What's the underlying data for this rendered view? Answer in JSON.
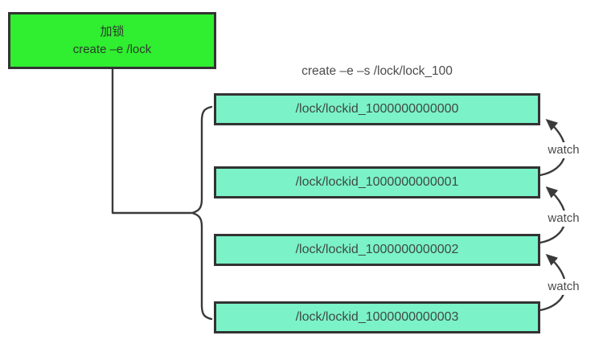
{
  "diagram": {
    "lock_box": {
      "title": "加锁",
      "command": "create –e /lock"
    },
    "sequence_label": "create –e –s /lock/lock_100",
    "nodes": [
      {
        "label": "/lock/lockid_1000000000000"
      },
      {
        "label": "/lock/lockid_1000000000001"
      },
      {
        "label": "/lock/lockid_1000000000002"
      },
      {
        "label": "/lock/lockid_1000000000003"
      }
    ],
    "watch_labels": [
      "watch",
      "watch",
      "watch"
    ],
    "colors": {
      "lock_box_fill": "#30ee30",
      "node_fill": "#7bf2c8",
      "border": "#333333",
      "line": "#3a3a3a"
    }
  }
}
